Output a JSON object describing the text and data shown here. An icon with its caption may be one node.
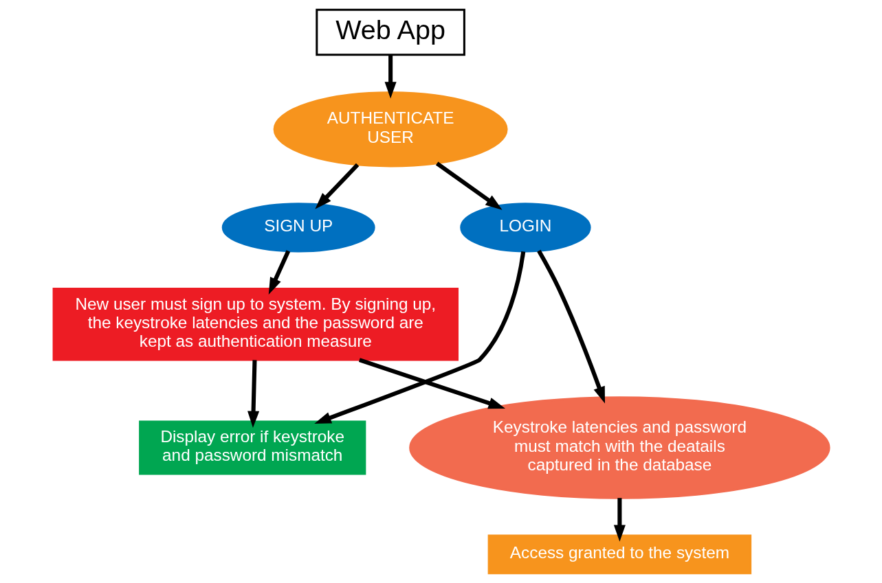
{
  "diagram": {
    "nodes": [
      {
        "text": [
          "Web App"
        ]
      },
      {
        "text": [
          "AUTHENTICATE USER"
        ]
      },
      {
        "text": [
          "SIGN UP"
        ]
      },
      {
        "text": [
          "LOGIN"
        ]
      },
      {
        "text": [
          "New user must sign up to system. By signing up, the keystroke latencies and the password are kept as authentication measure"
        ]
      },
      {
        "text": [
          "Display error if keystroke and password mismatch"
        ]
      },
      {
        "text": [
          "Keystroke latencies and password must match with the deatails captured in the database"
        ]
      },
      {
        "text": [
          "Access granted to the system"
        ]
      }
    ],
    "edges": [
      {
        "from": 0,
        "to": 1,
        "arrow": "to"
      },
      {
        "from": 1,
        "to": 2,
        "arrow": "to"
      },
      {
        "from": 1,
        "to": 3,
        "arrow": "to"
      },
      {
        "from": 2,
        "to": 4,
        "arrow": "to"
      },
      {
        "from": 4,
        "to": 5,
        "arrow": "to"
      },
      {
        "from": 4,
        "to": 6,
        "arrow": "to"
      },
      {
        "from": 3,
        "to": 5,
        "arrow": "to"
      },
      {
        "from": 3,
        "to": 6,
        "arrow": "to"
      },
      {
        "from": 6,
        "to": 7,
        "arrow": "to"
      }
    ]
  }
}
